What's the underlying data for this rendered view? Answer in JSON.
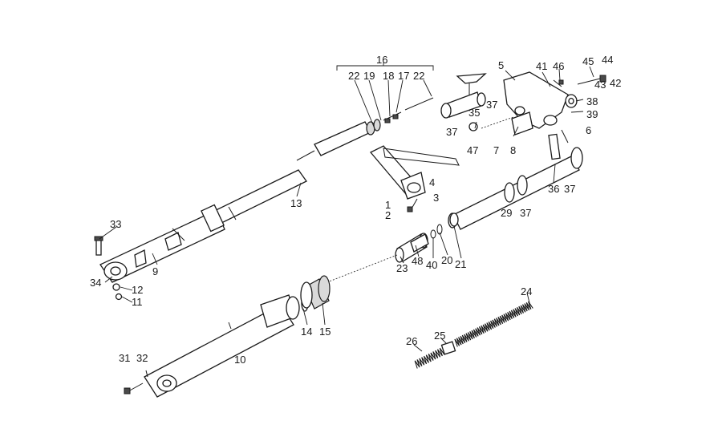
{
  "callouts": [
    "16",
    "22",
    "19",
    "18",
    "17",
    "22",
    "5",
    "41",
    "46",
    "45",
    "44",
    "43",
    "42",
    "35",
    "37",
    "38",
    "39",
    "37",
    "47",
    "7",
    "8",
    "6",
    "36",
    "37",
    "29",
    "37",
    "4",
    "3",
    "1",
    "2",
    "13",
    "33",
    "9",
    "34",
    "12",
    "11",
    "48",
    "40",
    "20",
    "21",
    "23",
    "14",
    "15",
    "10",
    "24",
    "25",
    "26",
    "31",
    "32"
  ]
}
